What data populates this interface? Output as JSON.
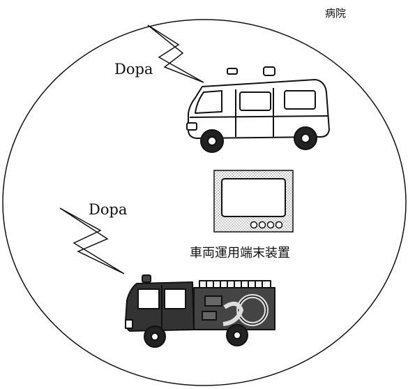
{
  "labels": {
    "hospital": "病院",
    "signal_top": "Dopa",
    "signal_bottom": "Dopa",
    "terminal": "車両運用端末装置"
  },
  "icons": {
    "ambulance": "ambulance-icon",
    "fire_engine": "fire-engine-icon",
    "terminal": "vehicle-terminal-device-icon",
    "signal": "lightning-bolt-icon"
  },
  "colors": {
    "line": "#111111",
    "vehicle_fill": "#ffffff",
    "screen_fill": "#ffffff",
    "stipple": "#888888"
  }
}
